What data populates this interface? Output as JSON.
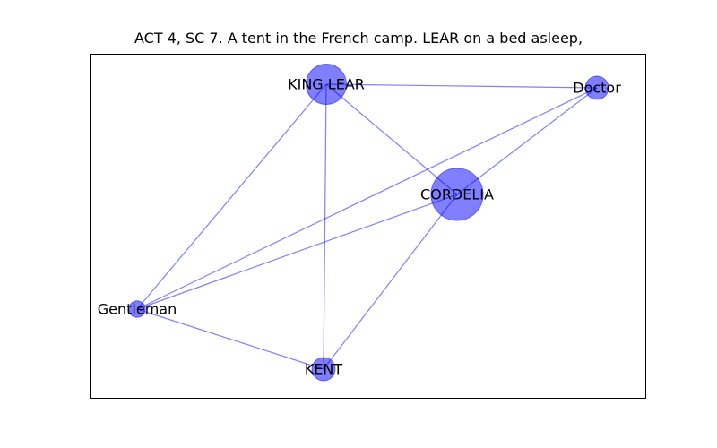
{
  "title": "ACT 4, SC 7. A tent in the French camp. LEAR on a bed asleep,",
  "colors": {
    "node": "#0000ff",
    "edge": "#0000ff",
    "frame": "#000000"
  },
  "graph": {
    "nodes": [
      {
        "id": "king-lear",
        "label": "KING LEAR",
        "weight": 3
      },
      {
        "id": "doctor",
        "label": "Doctor",
        "weight": 1
      },
      {
        "id": "cordelia",
        "label": "CORDELIA",
        "weight": 5
      },
      {
        "id": "gentleman",
        "label": "Gentleman",
        "weight": 0.5
      },
      {
        "id": "kent",
        "label": "KENT",
        "weight": 1
      }
    ],
    "edges": [
      [
        "king-lear",
        "doctor"
      ],
      [
        "king-lear",
        "cordelia"
      ],
      [
        "king-lear",
        "gentleman"
      ],
      [
        "king-lear",
        "kent"
      ],
      [
        "doctor",
        "cordelia"
      ],
      [
        "doctor",
        "gentleman"
      ],
      [
        "cordelia",
        "gentleman"
      ],
      [
        "cordelia",
        "kent"
      ],
      [
        "gentleman",
        "kent"
      ]
    ]
  }
}
